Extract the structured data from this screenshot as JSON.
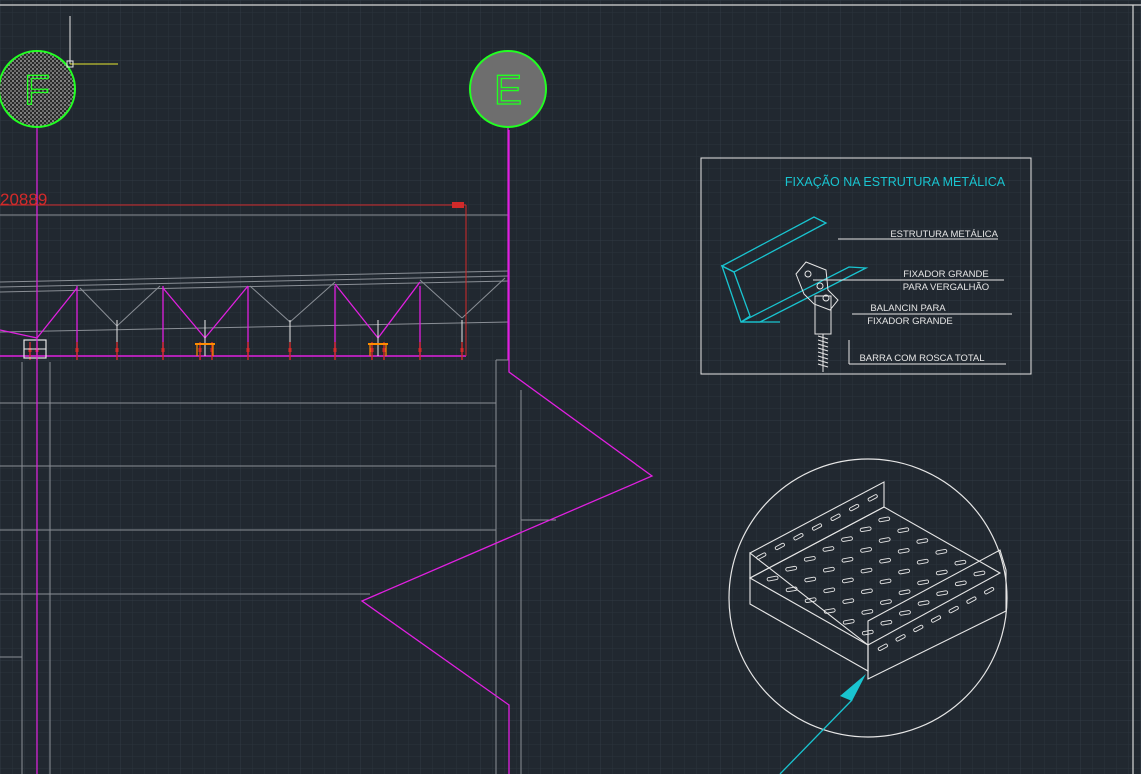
{
  "app": {
    "canvas_background": "#212830"
  },
  "grid": {
    "minor_color": "#2b333d",
    "major_color": "#313a45"
  },
  "colors": {
    "magenta": "#e020e0",
    "red": "#d22a2a",
    "cyan": "#19c4d0",
    "white": "#e6e6e6",
    "gray": "#8a8f96",
    "yellow": "#e8e830",
    "green": "#22ff22",
    "orange": "#ff8c00"
  },
  "drawing": {
    "grid_bubbles": [
      {
        "label": "F",
        "style": "hatched"
      },
      {
        "label": "E",
        "style": "solid"
      }
    ],
    "dimension": {
      "value": "20889"
    },
    "detail_box": {
      "title": "FIXAÇÃO NA ESTRUTURA METÁLICA",
      "labels": {
        "estrutura": "ESTRUTURA METÁLICA",
        "fixador_1": "FIXADOR GRANDE",
        "fixador_2": "PARA VERGALHÃO",
        "balancin_1": "BALANCIN PARA",
        "balancin_2": "FIXADOR GRANDE",
        "barra": "BARRA COM ROSCA TOTAL"
      }
    },
    "cable_tray_detail": {
      "icon": "perforated-cable-tray-icon"
    }
  }
}
